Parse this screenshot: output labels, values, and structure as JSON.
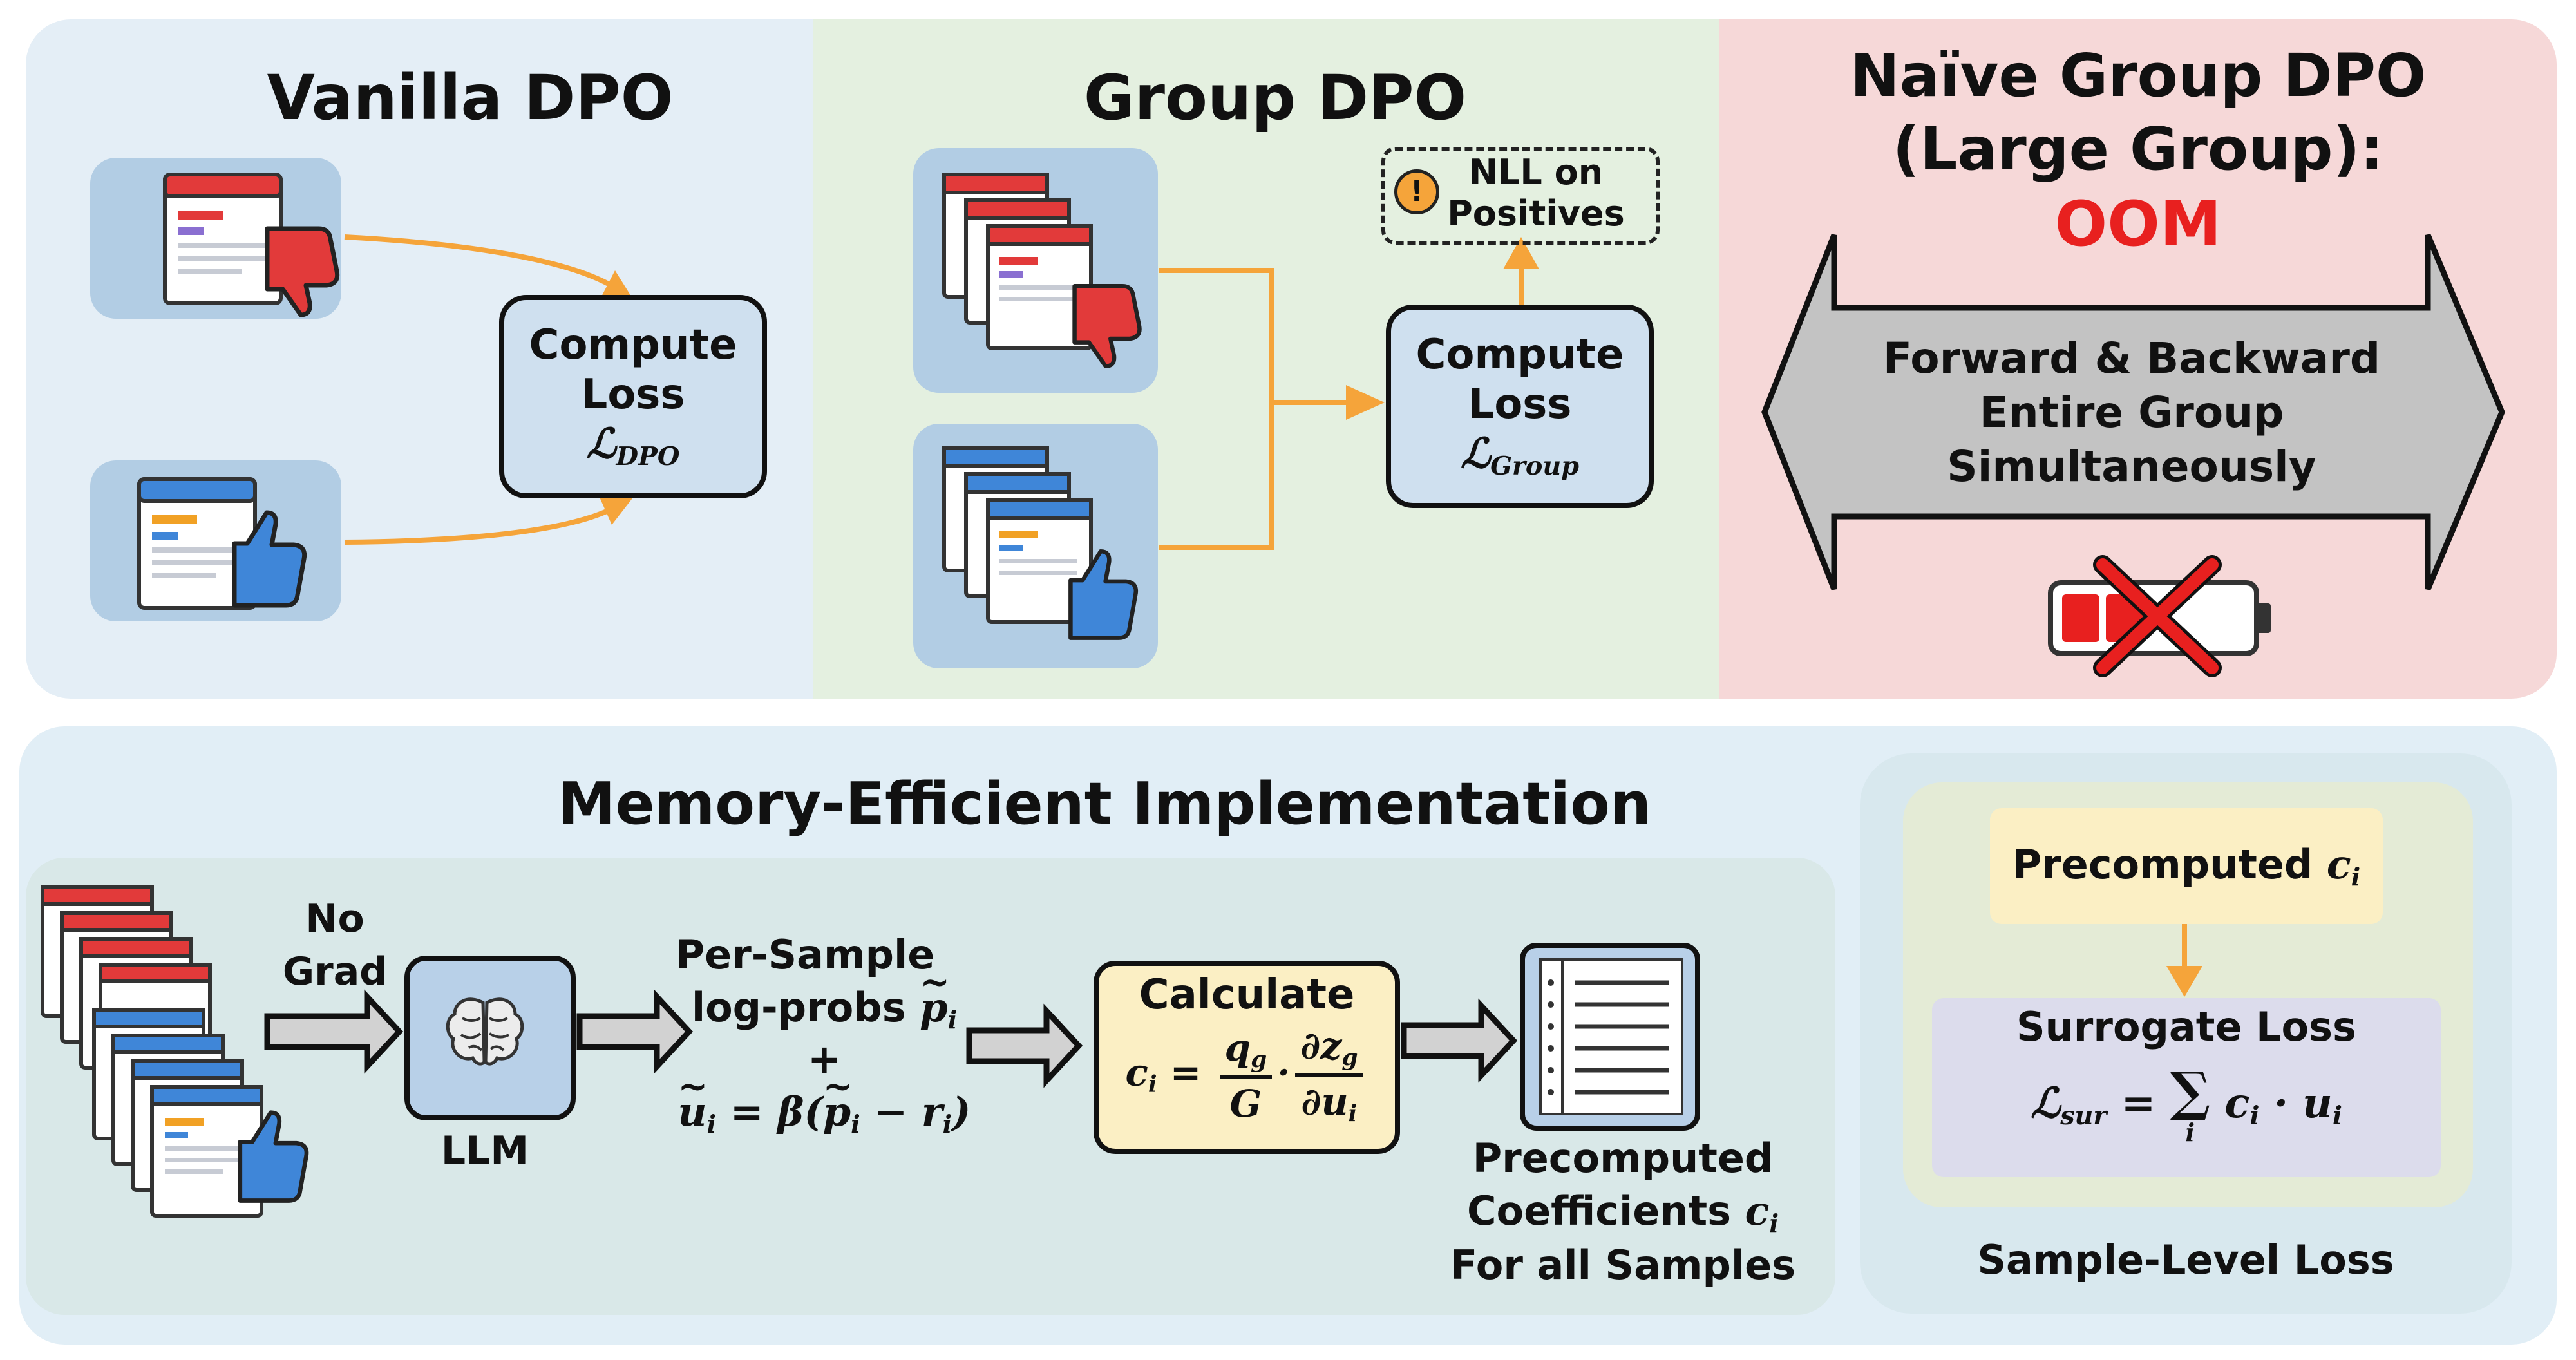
{
  "top": {
    "vanilla": {
      "title": "Vanilla DPO",
      "box_line1": "Compute",
      "box_line2": "Loss",
      "loss_symbol": "ℒ",
      "loss_sub": "DPO"
    },
    "group": {
      "title": "Group DPO",
      "box_line1": "Compute",
      "box_line2": "Loss",
      "loss_symbol": "ℒ",
      "loss_sub": "Group",
      "nll_line1": "NLL on",
      "nll_line2": "Positives",
      "warn_glyph": "!"
    },
    "naive": {
      "title_line1": "Naïve Group DPO",
      "title_line2": "(Large Group):",
      "oom": "OOM",
      "arrow_line1": "Forward & Backward",
      "arrow_line2": "Entire Group",
      "arrow_line3": "Simultaneously"
    }
  },
  "bottom": {
    "title": "Memory-Efficient Implementation",
    "no_grad_line1": "No",
    "no_grad_line2": "Grad",
    "llm": "LLM",
    "per_sample_line1": "Per-Sample",
    "per_sample_line2": "log-probs",
    "p_tilde": "p",
    "p_sub": "i",
    "plus": "+",
    "u_eq_u": "u",
    "u_eq_rest": " = β(",
    "u_eq_p": "p",
    "u_eq_minus": " − r",
    "u_eq_close": ")",
    "calc_title": "Calculate",
    "calc_lhs": "c",
    "calc_q": "q",
    "calc_G": "G",
    "calc_dz": "∂z",
    "calc_du": "∂u",
    "result_line1": "Precomputed",
    "result_line2": "Coefficients",
    "result_c": "c",
    "result_line3": "For all Samples",
    "side": {
      "pre_label": "Precomputed",
      "pre_c": "c",
      "sur_title": "Surrogate Loss",
      "sur_L": "ℒ",
      "sur_sub": "sur",
      "sur_eq": " = ",
      "sum": "∑",
      "sum_idx": "i",
      "sur_term": "c",
      "dot": " · ",
      "sur_u": "u",
      "caption": "Sample-Level Loss"
    }
  },
  "colors": {
    "vanilla_bg": "#e4eef6",
    "group_bg": "#e4f0e0",
    "naive_bg": "#f6d8d8",
    "bottom_outer": "#e1eef6",
    "bottom_inner": "#d9e8e8",
    "side_outer": "#d8e8ee",
    "side_inner": "#e4ebd6",
    "tile_blue": "#b2cde4",
    "loss_box": "#cfe0ef",
    "orange": "#f5a43a",
    "oom_red": "#e8201f",
    "calc_yellow": "#fbefc4",
    "sur_box": "#dcdcec"
  }
}
